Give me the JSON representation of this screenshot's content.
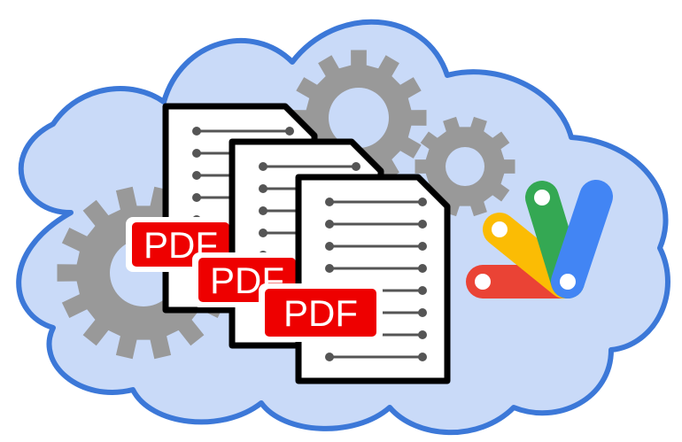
{
  "colors": {
    "cloud_fill": "#c9daf8",
    "cloud_stroke": "#3c78d8",
    "gear": "#999999",
    "page_stroke": "#000000",
    "line": "#555555",
    "pdf_badge": "#ee0000",
    "pdf_text": "#ffffff",
    "logo_red": "#ea4335",
    "logo_yellow": "#fbbc04",
    "logo_green": "#34a853",
    "logo_blue": "#4285f4"
  },
  "documents": [
    {
      "badge_label": "PDF"
    },
    {
      "badge_label": "PDF"
    },
    {
      "badge_label": "PDF"
    }
  ],
  "icons": [
    "cloud-icon",
    "gear-icon",
    "pdf-document-icon",
    "apps-script-logo-icon"
  ]
}
